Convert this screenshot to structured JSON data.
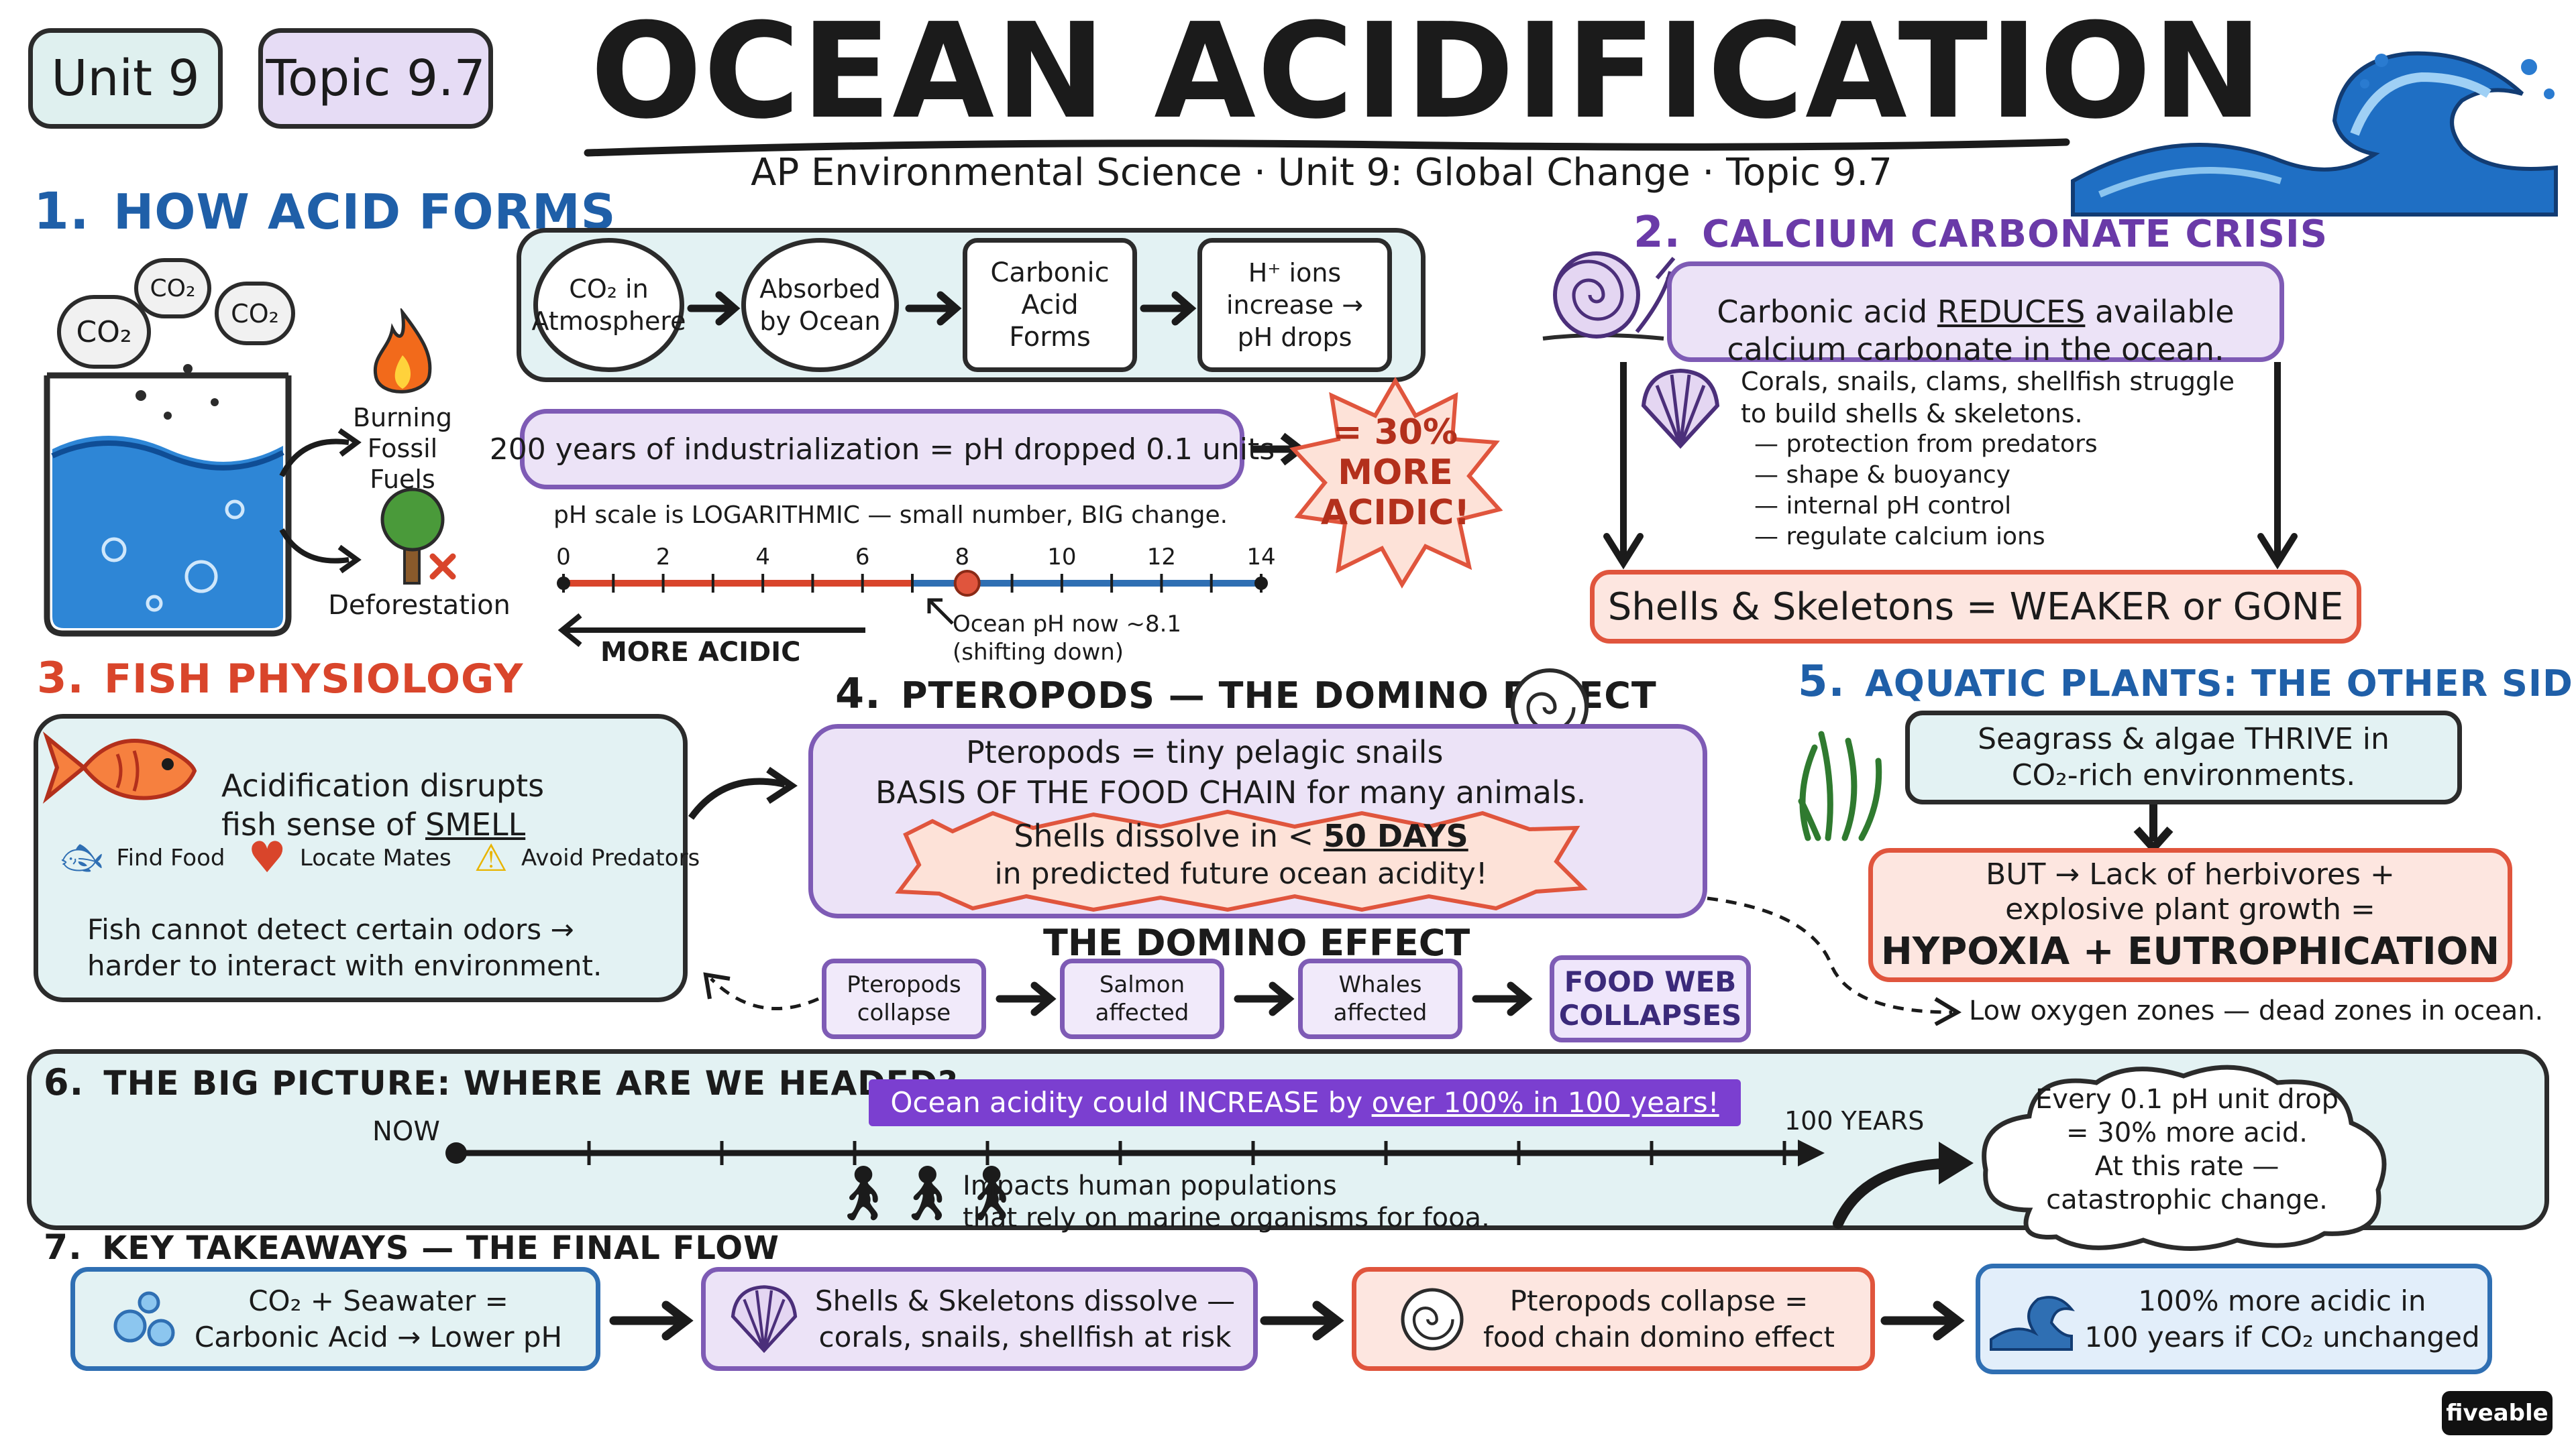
{
  "badges": {
    "unit": "Unit 9",
    "topic": "Topic 9.7"
  },
  "title": "OCEAN ACIDIFICATION",
  "subtitle": "AP Environmental Science · Unit 9: Global Change · Topic 9.7",
  "colors": {
    "teal": "#e3f2f3",
    "purple": "#ece3f7",
    "pink": "#fde6e0",
    "blue": "#2f6fb3",
    "red": "#d9452b",
    "ink": "#1b1b1b"
  },
  "s1": {
    "num": "1.",
    "title": "HOW ACID FORMS",
    "co2": [
      "CO₂",
      "CO₂",
      "CO₂"
    ],
    "sources": [
      "Burning\nFossil Fuels",
      "Deforestation"
    ],
    "flow": [
      "CO₂ in\nAtmosphere",
      "Absorbed\nby Ocean",
      "Carbonic\nAcid\nForms",
      "H⁺ ions\nincrease →\npH drops"
    ],
    "industrial": "200 years of industrialization = pH dropped 0.1 units",
    "burst": "= 30%\nMORE\nACIDIC!",
    "ph_caption": "pH scale is LOGARITHMIC — small number, BIG change.",
    "ph_ticks": [
      "0",
      "2",
      "4",
      "6",
      "8",
      "10",
      "12",
      "14"
    ],
    "ph_now": 8.1,
    "ph_note": "Ocean pH now ~8.1\n(shifting down)",
    "more_acidic": "MORE ACIDIC"
  },
  "s2": {
    "num": "2.",
    "title": "CALCIUM CARBONATE CRISIS",
    "intro_pre": "Carbonic acid ",
    "intro_key": "REDUCES",
    "intro_post": " available\ncalcium carbonate in the ocean.",
    "struggle": "Corals, snails, clams, shellfish struggle\nto build shells & skeletons.",
    "uses": [
      "— protection from predators",
      "— shape & buoyancy",
      "— internal pH control",
      "— regulate calcium ions"
    ],
    "result": "Shells & Skeletons = WEAKER or GONE"
  },
  "s3": {
    "num": "3.",
    "title": "FISH PHYSIOLOGY",
    "intro_pre": "Acidification disrupts\nfish sense of ",
    "intro_key": "SMELL",
    "effects": [
      "Find Food",
      "Locate Mates",
      "Avoid Predators"
    ],
    "result": "Fish cannot detect certain odors →\nharder to interact with environment."
  },
  "s4": {
    "num": "4.",
    "title": "PTEROPODS — THE DOMINO EFFECT",
    "l1": "Pteropods = tiny pelagic snails",
    "l2_key": "BASIS OF THE FOOD CHAIN",
    "l2_post": " for many animals.",
    "burst_pre": "Shells dissolve in < ",
    "burst_key": "50 DAYS",
    "burst_post": "in predicted future ocean acidity!",
    "domino_title": "THE DOMINO EFFECT",
    "chain": [
      "Pteropods\ncollapse",
      "Salmon\naffected",
      "Whales\naffected",
      "FOOD WEB\nCOLLAPSES"
    ]
  },
  "s5": {
    "num": "5.",
    "title": "AQUATIC PLANTS: THE OTHER SIDE",
    "thrive": "Seagrass & algae THRIVE in\nCO₂-rich environments.",
    "but": "BUT → Lack of herbivores +\nexplosive plant growth =",
    "result": "HYPOXIA + EUTROPHICATION",
    "note": "Low oxygen zones — dead zones in ocean."
  },
  "s6": {
    "num": "6.",
    "title": "THE BIG PICTURE: WHERE ARE WE HEADED?",
    "banner_pre": "Ocean acidity could INCREASE by ",
    "banner_key": "over 100% in 100 years!",
    "now": "NOW",
    "end": "100 YEARS",
    "impact": "Impacts human populations\nthat rely on marine organisms for fooa.",
    "cloud": "Every 0.1 pH unit drop\n= 30% more acid.\nAt this rate —\ncatastrophic change."
  },
  "s7": {
    "num": "7.",
    "title": "KEY TAKEAWAYS — THE FINAL FLOW",
    "items": [
      "CO₂ + Seawater =\nCarbonic Acid → Lower pH",
      "Shells & Skeletons dissolve —\ncorals, snails, shellfish at risk",
      "Pteropods collapse =\nfood chain domino effect",
      "100% more acidic in\n100 years if CO₂ unchanged"
    ]
  },
  "brand": "fiveable"
}
